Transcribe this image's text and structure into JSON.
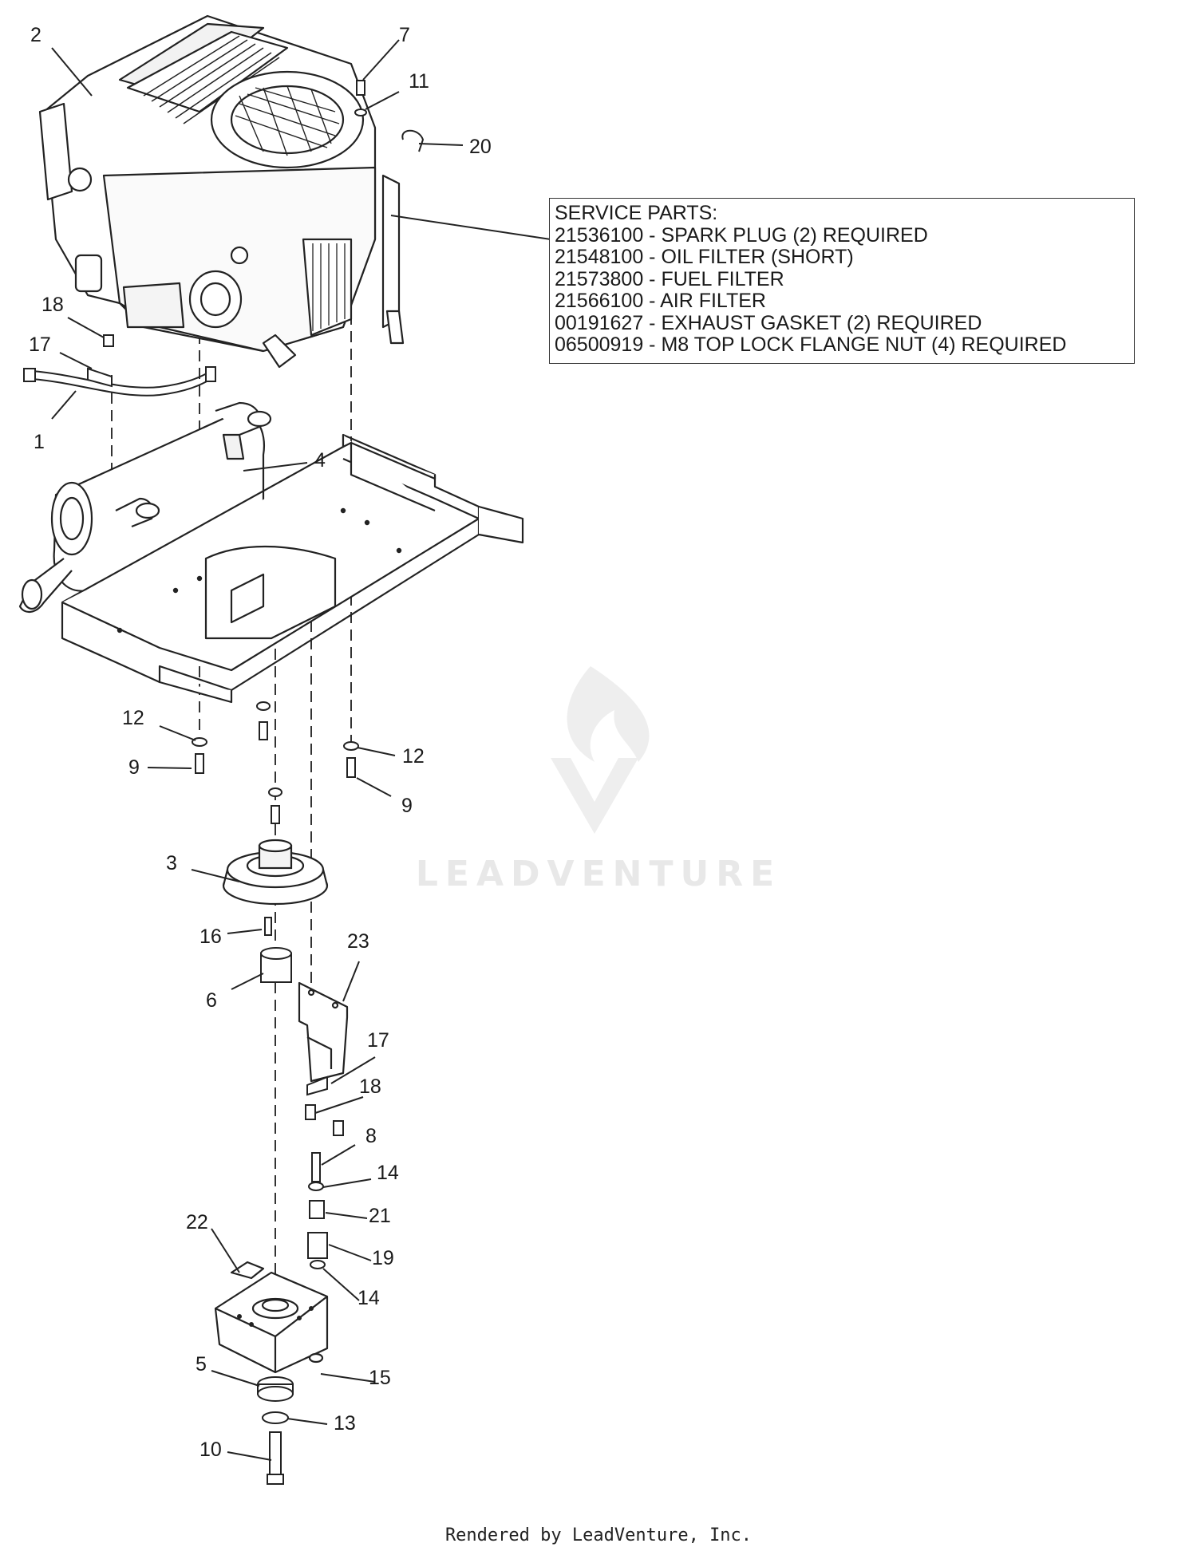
{
  "service_parts": {
    "heading": "SERVICE PARTS:",
    "lines": [
      "21536100 - SPARK PLUG (2) REQUIRED",
      "21548100 - OIL FILTER (SHORT)",
      "21573800 - FUEL FILTER",
      "21566100 - AIR FILTER",
      "00191627 - EXHAUST GASKET (2) REQUIRED",
      "06500919 - M8 TOP LOCK FLANGE NUT (4) REQUIRED"
    ]
  },
  "callouts": [
    "2",
    "7",
    "11",
    "20",
    "18",
    "17",
    "1",
    "4",
    "12",
    "9",
    "12",
    "9",
    "3",
    "16",
    "23",
    "6",
    "17",
    "18",
    "8",
    "14",
    "21",
    "22",
    "19",
    "14",
    "5",
    "15",
    "13",
    "10"
  ],
  "watermark": "LEADVENTURE",
  "footer": "Rendered by LeadVenture, Inc."
}
